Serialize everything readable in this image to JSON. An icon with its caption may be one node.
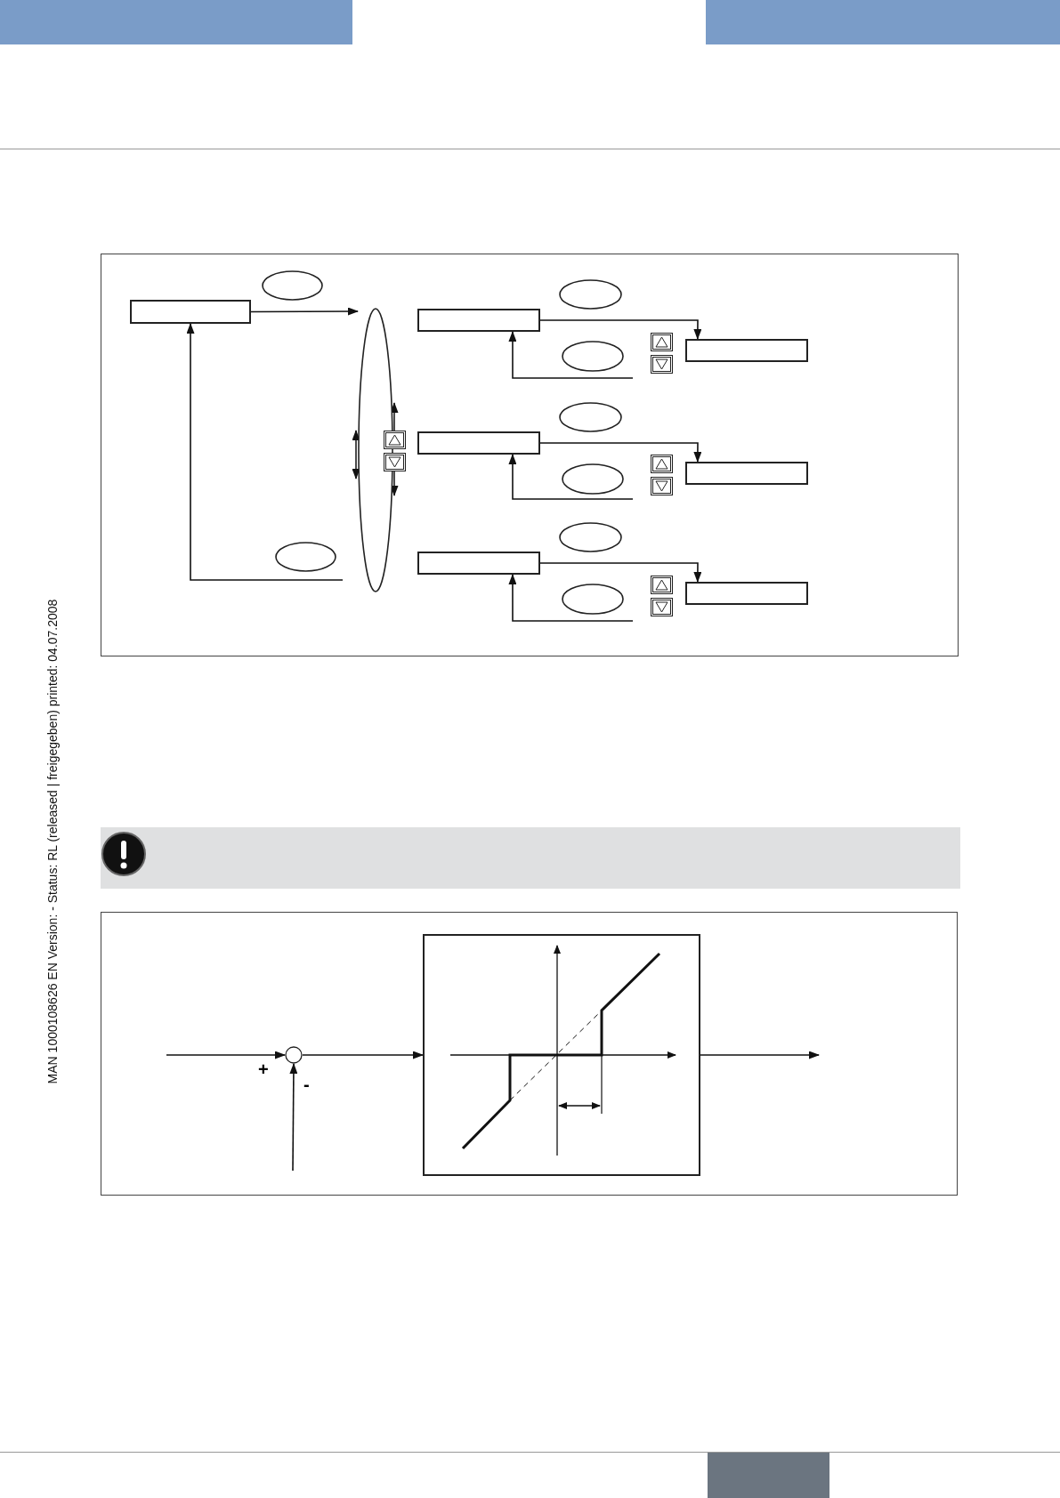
{
  "diagram": {
    "nodes": [
      {
        "text": [],
        "shape": "box"
      },
      {
        "text": [],
        "shape": "ellipse"
      },
      {
        "text": [],
        "shape": "ellipse"
      },
      {
        "text": [],
        "shape": "ellipse"
      },
      {
        "text": [],
        "shape": "box"
      },
      {
        "text": [],
        "shape": "ellipse"
      },
      {
        "text": [],
        "shape": "ellipse"
      },
      {
        "text": [],
        "shape": "box"
      },
      {
        "text": [],
        "shape": "box"
      },
      {
        "text": [],
        "shape": "ellipse"
      },
      {
        "text": [],
        "shape": "ellipse"
      },
      {
        "text": [],
        "shape": "box"
      },
      {
        "text": [],
        "shape": "box"
      },
      {
        "text": [],
        "shape": "ellipse"
      },
      {
        "text": [],
        "shape": "ellipse"
      },
      {
        "text": [],
        "shape": "box"
      },
      {
        "text": [],
        "shape": "circle"
      },
      {
        "text": [],
        "shape": "picture"
      }
    ],
    "edges": [
      {
        "from": 0,
        "to": 2,
        "arrow": "to"
      },
      {
        "from": null,
        "to": 0,
        "arrow": "to"
      },
      {
        "from": 4,
        "to": 7,
        "arrow": "to"
      },
      {
        "from": null,
        "to": 4,
        "arrow": "to"
      },
      {
        "from": 8,
        "to": 11,
        "arrow": "to"
      },
      {
        "from": null,
        "to": 8,
        "arrow": "to"
      },
      {
        "from": 12,
        "to": 15,
        "arrow": "to"
      },
      {
        "from": null,
        "to": 12,
        "arrow": "to"
      },
      {
        "from": null,
        "to": 16,
        "arrow": "to"
      },
      {
        "from": null,
        "to": 16,
        "arrow": "to"
      },
      {
        "from": 16,
        "to": 17,
        "arrow": "to"
      },
      {
        "from": 17,
        "to": null,
        "arrow": "to"
      }
    ],
    "labels": [
      "+",
      "-",
      "MAN  1000108626  EN  Version: -  Status: RL (released | freigegeben)  printed: 04.07.2008"
    ]
  }
}
